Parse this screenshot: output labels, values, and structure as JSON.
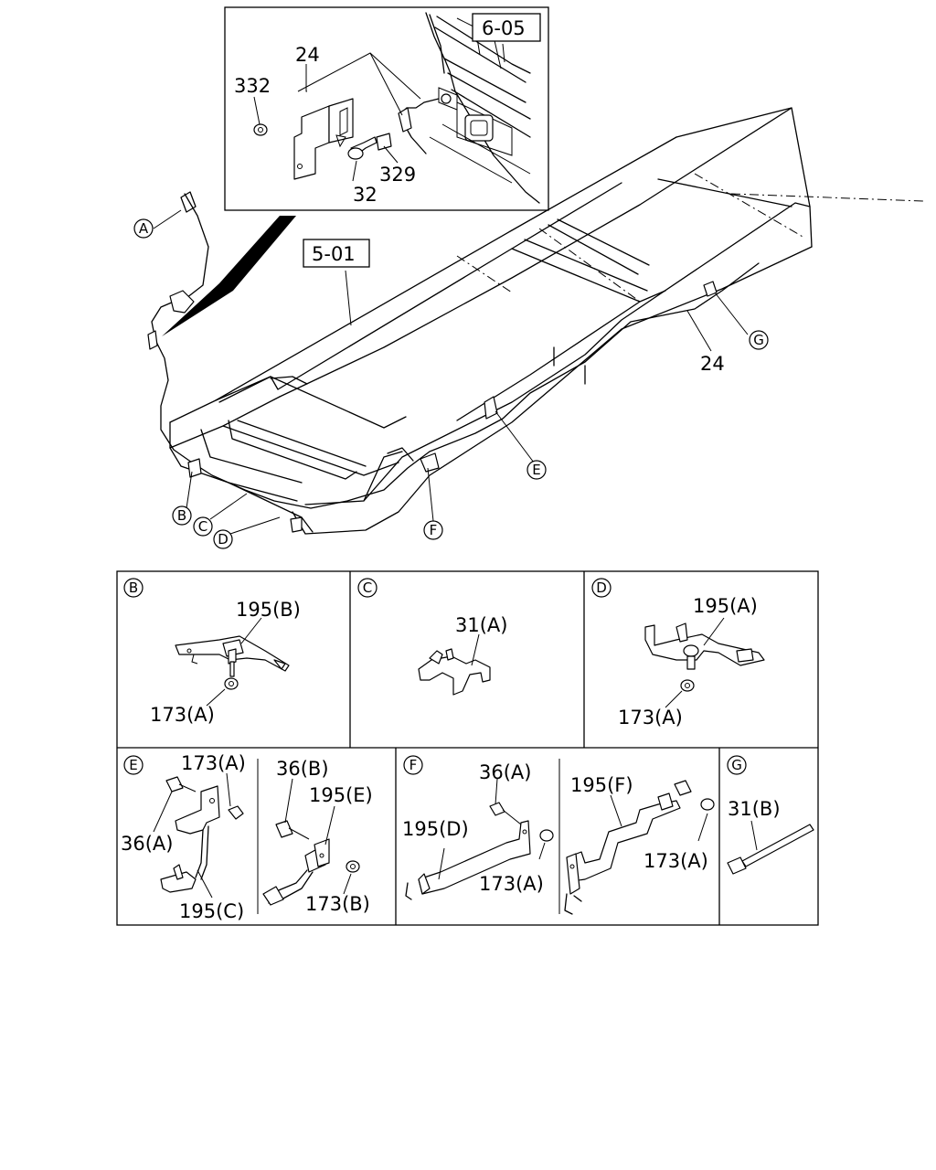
{
  "inset": {
    "ref_box": "6-05",
    "labels": {
      "cable": "24",
      "nut": "332",
      "bolt": "32",
      "washer": "329"
    }
  },
  "main": {
    "ref_box": "5-01",
    "cable_label": "24",
    "callouts": [
      "A",
      "B",
      "C",
      "D",
      "E",
      "F",
      "G"
    ]
  },
  "details": {
    "B": {
      "letter": "B",
      "labels": [
        "195(B)",
        "173(A)"
      ]
    },
    "C": {
      "letter": "C",
      "labels": [
        "31(A)"
      ]
    },
    "D": {
      "letter": "D",
      "labels": [
        "195(A)",
        "173(A)"
      ]
    },
    "E": {
      "letter": "E",
      "labels": [
        "173(A)",
        "36(A)",
        "195(C)",
        "36(B)",
        "195(E)",
        "173(B)"
      ]
    },
    "F": {
      "letter": "F",
      "labels": [
        "36(A)",
        "195(D)",
        "173(A)",
        "195(F)",
        "173(A)"
      ]
    },
    "G": {
      "letter": "G",
      "labels": [
        "31(B)"
      ]
    }
  }
}
